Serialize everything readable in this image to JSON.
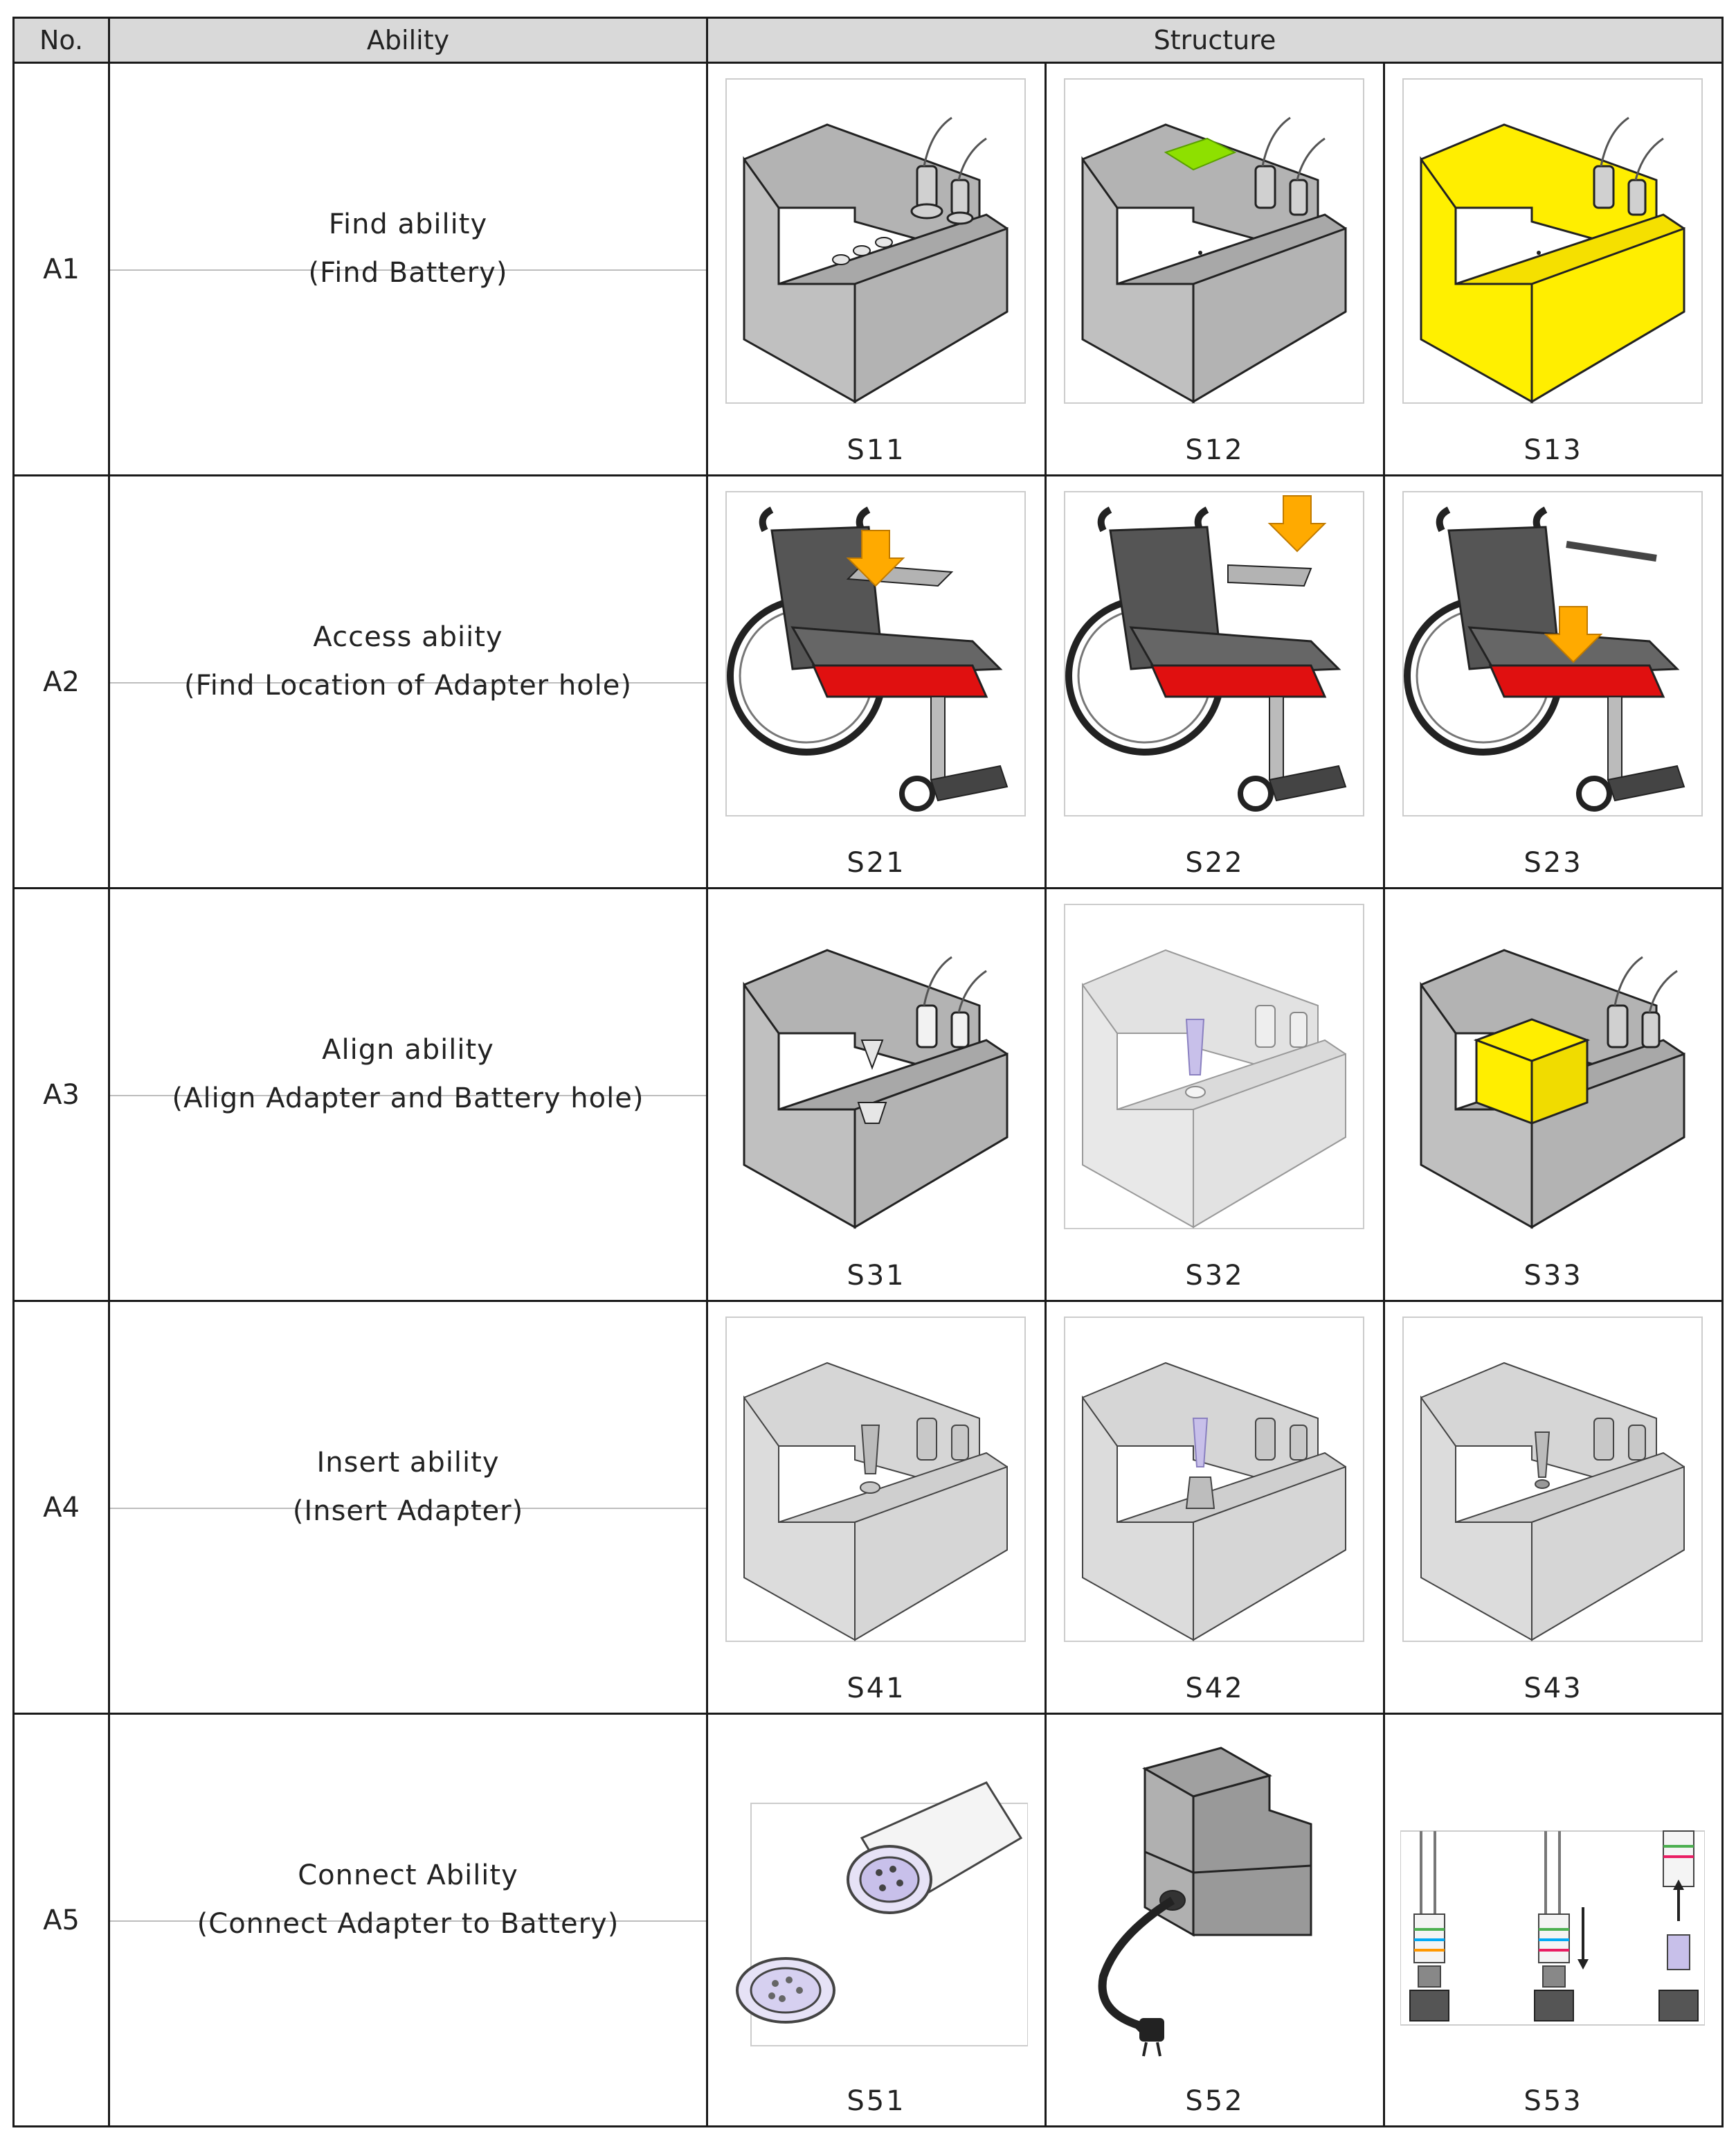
{
  "headers": {
    "no": "No.",
    "ability": "Ability",
    "structure": "Structure"
  },
  "rows": [
    {
      "no": "A1",
      "ability": "Find ability",
      "detail": "(Find Battery)",
      "structures": [
        "S11",
        "S12",
        "S13"
      ]
    },
    {
      "no": "A2",
      "ability": "Access abiity",
      "detail": "(Find Location of Adapter hole)",
      "structures": [
        "S21",
        "S22",
        "S23"
      ]
    },
    {
      "no": "A3",
      "ability": "Align ability",
      "detail": "(Align Adapter and Battery hole)",
      "structures": [
        "S31",
        "S32",
        "S33"
      ]
    },
    {
      "no": "A4",
      "ability": "Insert ability",
      "detail": "(Insert Adapter)",
      "structures": [
        "S41",
        "S42",
        "S43"
      ]
    },
    {
      "no": "A5",
      "ability": "Connect Ability",
      "detail": "(Connect Adapter to Battery)",
      "structures": [
        "S51",
        "S52",
        "S53"
      ]
    }
  ],
  "colors": {
    "highlight_yellow": "#ffee00",
    "highlight_green": "#8ee000",
    "arrow_orange": "#ffaa00",
    "wheelchair_red": "#e01010",
    "box_gray": "#b3b3b3",
    "box_light": "#dadada",
    "adapter_lavender": "#c8c0ea"
  }
}
